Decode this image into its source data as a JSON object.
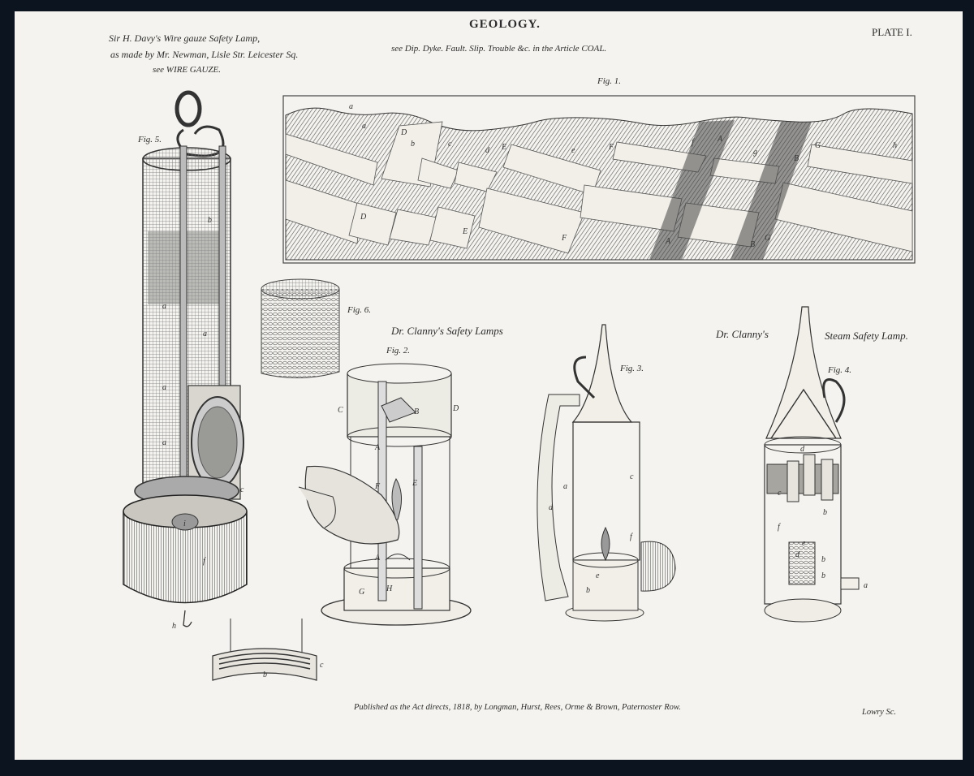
{
  "plate": {
    "heading": "GEOLOGY.",
    "plate_number": "PLATE I.",
    "davy_caption": {
      "line1": "Sir H. Davy's Wire gauze Safety Lamp,",
      "line2": "as made by Mr. Newman, Lisle Str. Leicester Sq.",
      "line3": "see WIRE GAUZE."
    },
    "coal_ref": "see Dip. Dyke. Fault. Slip. Trouble &c. in the Article COAL.",
    "clanny_title": "Dr. Clanny's Safety Lamps",
    "clanny_steam_1": "Dr. Clanny's",
    "clanny_steam_2": "Steam Safety Lamp.",
    "publisher_line": "Published as the Act directs, 1818, by Longman, Hurst, Rees, Orme & Brown, Paternoster Row.",
    "engraver": "Lowry Sc."
  },
  "figures": {
    "fig1": "Fig. 1.",
    "fig2": "Fig. 2.",
    "fig3": "Fig. 3.",
    "fig4": "Fig. 4.",
    "fig5": "Fig. 5.",
    "fig6": "Fig. 6."
  },
  "letters": {
    "a": "a",
    "b": "b",
    "c": "c",
    "d": "d",
    "e": "e",
    "f": "f",
    "g": "g",
    "h": "h",
    "i": "i",
    "A": "A",
    "B": "B",
    "C": "C",
    "D": "D",
    "E": "E",
    "F": "F",
    "G": "G",
    "H": "H"
  }
}
